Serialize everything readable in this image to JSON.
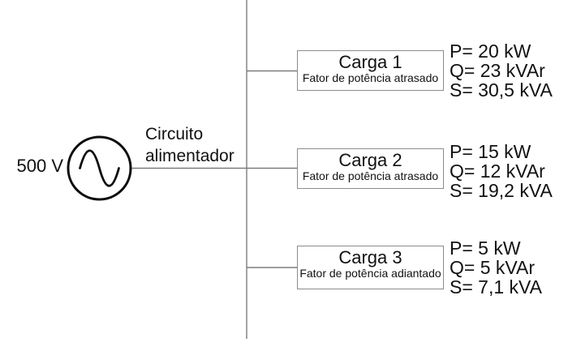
{
  "diagram": {
    "title_hint": "single-line power diagram with one AC source feeding three loads",
    "source": {
      "voltage_label": "500 V",
      "symbol": "ac-voltage-source"
    },
    "feeder_label": "Circuito alimentador",
    "loads": [
      {
        "name": "Carga 1",
        "power_factor_note": "Fator de potência atrasado",
        "p": "P= 20 kW",
        "q": "Q= 23 kVAr",
        "s": "S= 30,5 kVA"
      },
      {
        "name": "Carga 2",
        "power_factor_note": "Fator de potência atrasado",
        "p": "P= 15 kW",
        "q": "Q= 12 kVAr",
        "s": "S= 19,2 kVA"
      },
      {
        "name": "Carga 3",
        "power_factor_note": "Fator de potência adiantado",
        "p": "P= 5 kW",
        "q": "Q= 5 kVAr",
        "s": "S= 7,1 kVA"
      }
    ],
    "colors": {
      "wire": "#7d7d7d",
      "box_border": "#8c8c8c",
      "symbol_stroke": "#0d0d0d",
      "text": "#111111",
      "background": "#ffffff"
    }
  }
}
